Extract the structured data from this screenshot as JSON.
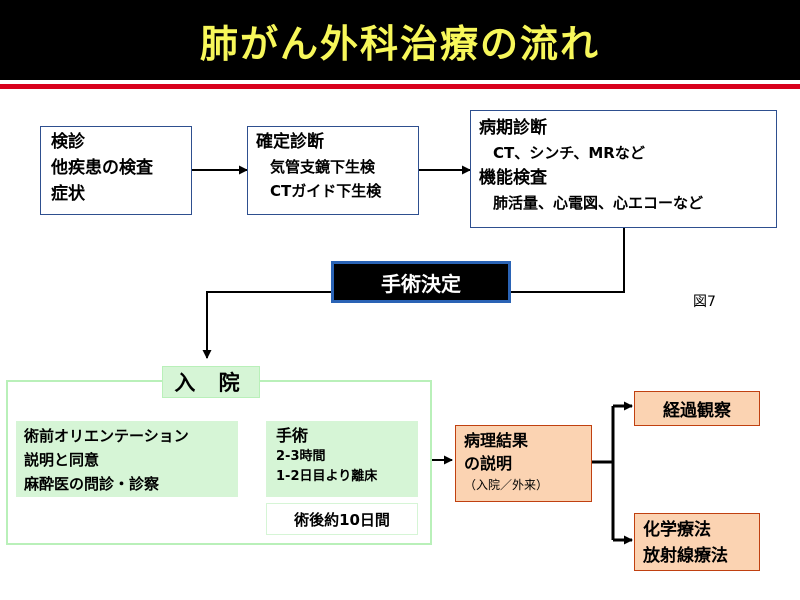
{
  "title": "肺がん外科治療の流れ",
  "exam": [
    "検診",
    "他疾患の検査",
    "症状"
  ],
  "diagnosis": {
    "heading": "確定診断",
    "items": [
      "気管支鏡下生検",
      "CTガイド下生検"
    ]
  },
  "staging": {
    "heading1": "病期診断",
    "detail1": "CT、シンチ、MRなど",
    "heading2": "機能検査",
    "detail2": "肺活量、心電図、心エコーなど"
  },
  "decision": "手術決定",
  "figure_label": "図7",
  "admission": {
    "label": "入 院",
    "preop": [
      "術前オリエンテーション",
      "説明と同意",
      "麻酔医の問診・診察"
    ],
    "surgery_heading": "手術",
    "surgery_details": [
      "2-3時間",
      "1-2日目より離床"
    ],
    "postop": "術後約10日間"
  },
  "pathology": {
    "lines": [
      "病理結果",
      "の説明"
    ],
    "note": "（入院／外来）"
  },
  "outcomes": {
    "observation": "経過観察",
    "therapy": [
      "化学療法",
      "放射線療法"
    ]
  }
}
